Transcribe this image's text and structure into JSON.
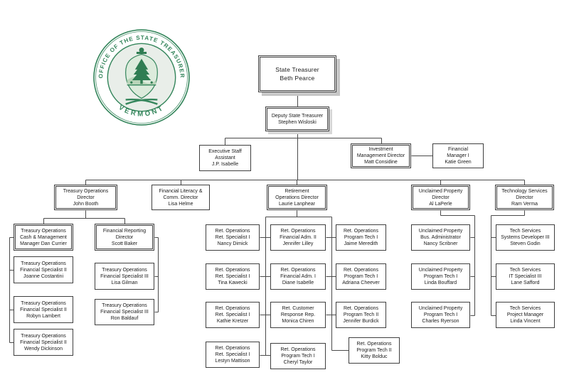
{
  "seal": {
    "top_text": "OFFICE  OF  THE  STATE  TREASURER",
    "bottom_text": "VERMONT",
    "ring_color": "#35865c",
    "inner_fill": "#e9eee9"
  },
  "org": {
    "nodes": [
      {
        "id": "state-treasurer",
        "lines": [
          "State Treasurer",
          "Beth Pearce"
        ]
      },
      {
        "id": "deputy-treasurer",
        "lines": [
          "Deputy State Treasurer",
          "Stephen Wisloski"
        ]
      },
      {
        "id": "executive-staff-assistant",
        "lines": [
          "Executive Staff",
          "Assistant",
          "J.P. Isabelle"
        ]
      },
      {
        "id": "investment-management-director",
        "lines": [
          "Investment",
          "Management Director",
          "Matt Considine"
        ]
      },
      {
        "id": "financial-manager-1",
        "lines": [
          "Financial",
          "Manager I",
          "Katie Green"
        ]
      },
      {
        "id": "treasury-operations-director",
        "lines": [
          "Treasury Operations",
          "Director",
          "John Booth"
        ]
      },
      {
        "id": "financial-literacy-comm-director",
        "lines": [
          "Financial Literacy &",
          "Comm. Director",
          "Lisa Helme"
        ]
      },
      {
        "id": "retirement-operations-director",
        "lines": [
          "Retirement",
          "Operations Director",
          "Laurie Lanphear"
        ]
      },
      {
        "id": "unclaimed-property-director",
        "lines": [
          "Unclaimed Property",
          "Director",
          "Al LaPerle"
        ]
      },
      {
        "id": "technology-services-director",
        "lines": [
          "Technology Services",
          "Director",
          "Ram Verma"
        ]
      },
      {
        "id": "cash-management-manager",
        "lines": [
          "Treasury Operations",
          "Cash & Management",
          "Manager Dan Currier"
        ]
      },
      {
        "id": "financial-specialist-costantini",
        "lines": [
          "Treasury Operations",
          "Financial Specialist II",
          "Joanne Costantini"
        ]
      },
      {
        "id": "financial-specialist-lambert",
        "lines": [
          "Treasury Operations",
          "Financial Specialist II",
          "Robyn Lambert"
        ]
      },
      {
        "id": "financial-specialist-dickinson",
        "lines": [
          "Treasury Operations",
          "Financial Specialist II",
          "Wendy Dickinson"
        ]
      },
      {
        "id": "financial-reporting-director",
        "lines": [
          "Financial Reporting",
          "Director",
          "Scott Baker"
        ]
      },
      {
        "id": "financial-specialist-gilman",
        "lines": [
          "Treasury Operations",
          "Financial Specialist III",
          "Lisa Gilman"
        ]
      },
      {
        "id": "financial-specialist-baldauf",
        "lines": [
          "Treasury Operations",
          "Financial Specialist III",
          "Ron Baldauf"
        ]
      },
      {
        "id": "ret-specialist-dimick",
        "lines": [
          "Ret. Operations",
          "Ret. Specialist I",
          "Nancy Dimick"
        ]
      },
      {
        "id": "ret-specialist-kawecki",
        "lines": [
          "Ret. Operations",
          "Ret. Specialist I",
          "Tina Kawecki"
        ]
      },
      {
        "id": "ret-specialist-kretzer",
        "lines": [
          "Ret. Operations",
          "Ret. Specialist I",
          "Kathie Kretzer"
        ]
      },
      {
        "id": "ret-specialist-mattison",
        "lines": [
          "Ret. Operations",
          "Ret. Specialist I",
          "Lestyn Mattison"
        ]
      },
      {
        "id": "ret-financial-adm-lilley",
        "lines": [
          "Ret. Operations",
          "Financial Adm. II",
          "Jennifer Lilley"
        ]
      },
      {
        "id": "ret-financial-adm-isabelle",
        "lines": [
          "Ret. Operations",
          "Financial Adm. I",
          "Diane Isabelle"
        ]
      },
      {
        "id": "ret-customer-response-chiren",
        "lines": [
          "Ret. Customer",
          "Response Rep.",
          "Monica Chiren"
        ]
      },
      {
        "id": "ret-program-tech-taylor",
        "lines": [
          "Ret. Operations",
          "Program Tech I",
          "Cheryl Taylor"
        ]
      },
      {
        "id": "ret-program-tech-meredith",
        "lines": [
          "Ret. Operations",
          "Program Tech I",
          "Jaime Meredith"
        ]
      },
      {
        "id": "ret-program-tech-cheever",
        "lines": [
          "Ret. Operations",
          "Program Tech I",
          "Adriana Cheever"
        ]
      },
      {
        "id": "ret-program-tech-burdick",
        "lines": [
          "Ret. Operations",
          "Program Tech II",
          "Jennifer Burdick"
        ]
      },
      {
        "id": "ret-program-tech-bolduc",
        "lines": [
          "Ret. Operations",
          "Program Tech II",
          "Kitty Bolduc"
        ]
      },
      {
        "id": "up-bus-administrator",
        "lines": [
          "Unclaimed Property",
          "Bus. Administrator",
          "Nancy Scribner"
        ]
      },
      {
        "id": "up-program-tech-bouffard",
        "lines": [
          "Unclaimed Property",
          "Program Tech I",
          "Linda Bouffard"
        ]
      },
      {
        "id": "up-program-tech-ryerson",
        "lines": [
          "Unclaimed Property",
          "Program Tech I",
          "Charles Ryerson"
        ]
      },
      {
        "id": "tech-systems-developer",
        "lines": [
          "Tech Services",
          "Systems Developer III",
          "Steven Godin"
        ]
      },
      {
        "id": "tech-it-specialist",
        "lines": [
          "Tech Services",
          "IT Specialist III",
          "Lane Safford"
        ]
      },
      {
        "id": "tech-project-manager",
        "lines": [
          "Tech Services",
          "Project Manager",
          "Linda Vincent"
        ]
      }
    ]
  }
}
